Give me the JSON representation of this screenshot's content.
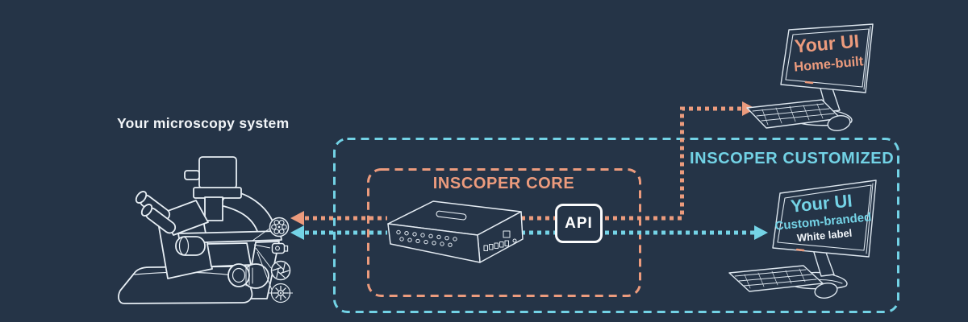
{
  "colors": {
    "background": "#253447",
    "coral": "#EC9B7D",
    "cyan": "#72D2E5",
    "line_art": "#E4EBF2",
    "white": "#FFFFFF"
  },
  "labels": {
    "microscopy_system": "Your microscopy system",
    "core_box": "INSCOPER CORE",
    "customized_box": "INSCOPER CUSTOMIZED",
    "api": "API"
  },
  "monitor_top": {
    "title": "Your UI",
    "subtitle": "Home-built"
  },
  "monitor_bottom": {
    "title": "Your UI",
    "subtitle": "Custom-branded",
    "note": "White label"
  },
  "microscope_ports": [
    {
      "icon": "filter-wheel-icon"
    },
    {
      "icon": "camera-icon"
    },
    {
      "icon": "aperture-icon"
    },
    {
      "icon": "light-source-icon"
    }
  ]
}
